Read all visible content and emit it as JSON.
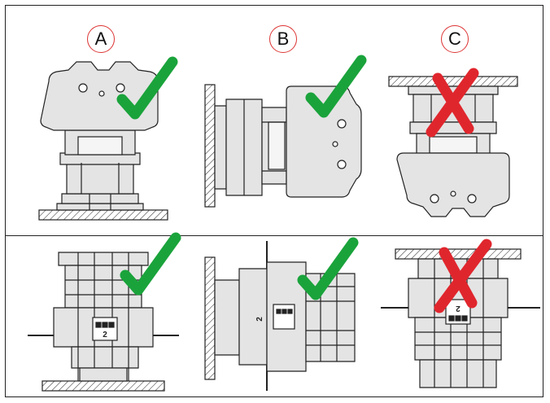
{
  "columns": [
    {
      "label": "A",
      "status": "correct"
    },
    {
      "label": "B",
      "status": "correct"
    },
    {
      "label": "C",
      "status": "incorrect"
    }
  ],
  "panels": [
    {
      "column": "A",
      "row": "top",
      "mark": "check"
    },
    {
      "column": "B",
      "row": "top",
      "mark": "check"
    },
    {
      "column": "C",
      "row": "top",
      "mark": "cross"
    },
    {
      "column": "A",
      "row": "bottom",
      "mark": "check",
      "module_number": "2"
    },
    {
      "column": "B",
      "row": "bottom",
      "mark": "check",
      "module_number": "2"
    },
    {
      "column": "C",
      "row": "bottom",
      "mark": "cross",
      "module_number": "2"
    }
  ],
  "colors": {
    "check": "#1aa33b",
    "cross": "#e0262d",
    "label_circle": "#d33333",
    "device_fill": "#e4e4e4",
    "device_stroke": "#222222"
  }
}
